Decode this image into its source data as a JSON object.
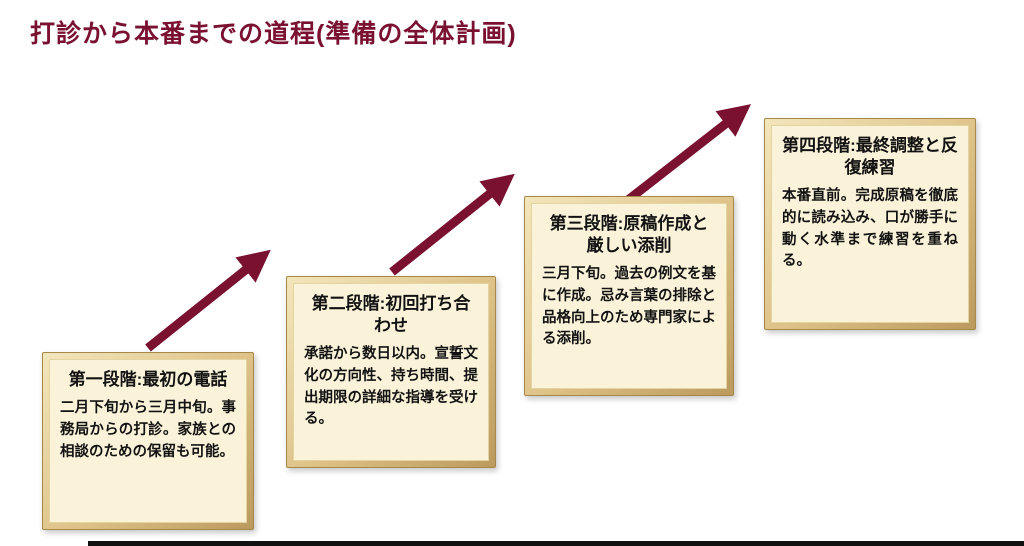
{
  "title": "打診から本番までの道程(準備の全体計画)",
  "colors": {
    "accent": "#7a1130",
    "box_background": "#faf3da",
    "box_border_gold": "#c9a662",
    "text": "#121212"
  },
  "icons": {
    "arrow": "diagonal-up-right-arrow"
  },
  "steps": [
    {
      "heading": "第一段階:最初の電話",
      "body": "二月下旬から三月中旬。事務局からの打診。家族との相談のための保留も可能。"
    },
    {
      "heading": "第二段階:初回打ち合わせ",
      "body": "承諾から数日以内。宣誓文化の方向性、持ち時間、提出期限の詳細な指導を受ける。"
    },
    {
      "heading": "第三段階:原稿作成と厳しい添削",
      "body": "三月下旬。過去の例文を基に作成。忌み言葉の排除と品格向上のため専門家による添削。"
    },
    {
      "heading": "第四段階:最終調整と反復練習",
      "body": "本番直前。完成原稿を徹底的に読み込み、口が勝手に動く水準まで練習を重ねる。"
    }
  ]
}
